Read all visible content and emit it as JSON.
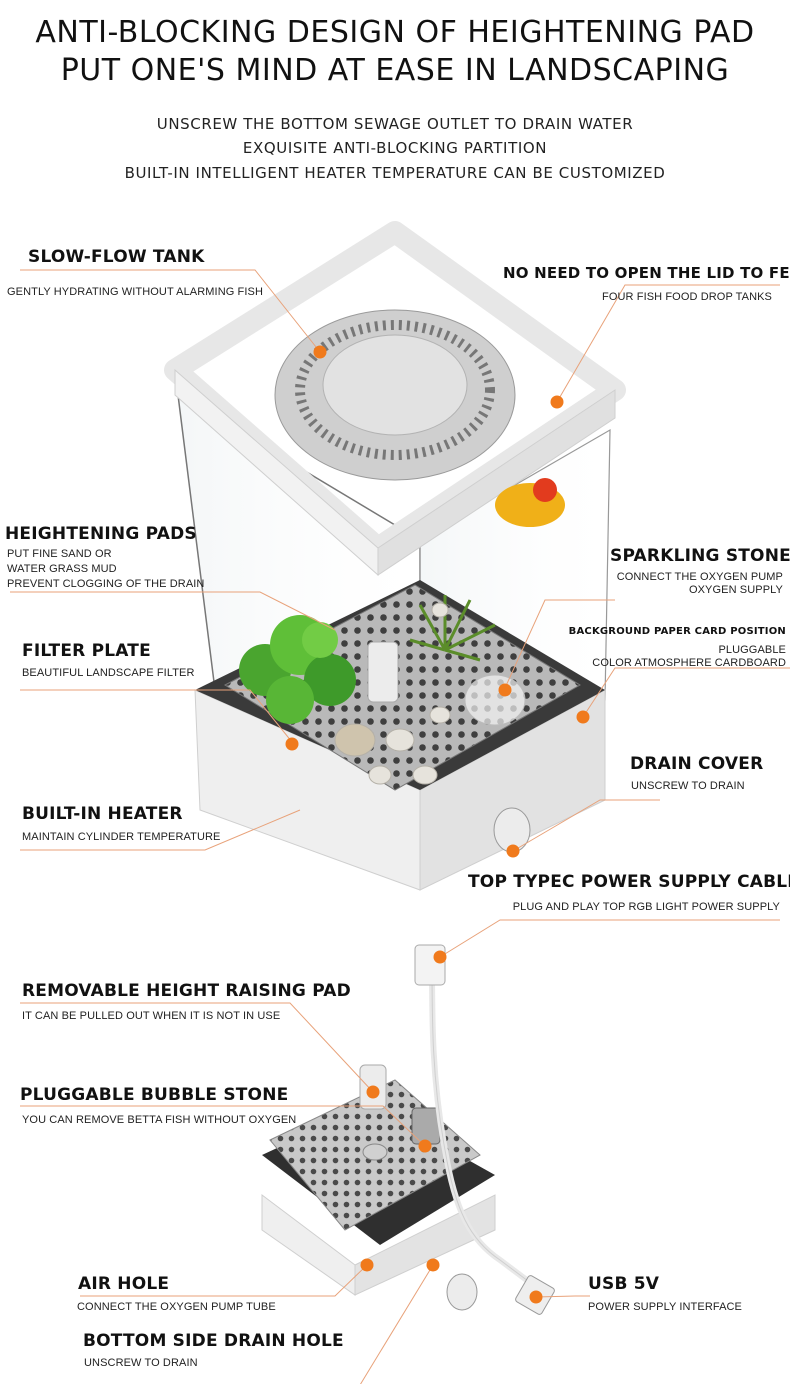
{
  "header": {
    "title_line1": "ANTI-BLOCKING DESIGN OF HEIGHTENING PAD",
    "title_line2": "PUT ONE'S MIND AT EASE IN LANDSCAPING",
    "sub1": "UNSCREW THE BOTTOM SEWAGE OUTLET TO DRAIN WATER",
    "sub2": "EXQUISITE ANTI-BLOCKING PARTITION",
    "sub3": "BUILT-IN INTELLIGENT HEATER TEMPERATURE CAN BE CUSTOMIZED"
  },
  "colors": {
    "accent": "#f07a1c",
    "line": "#e8a27a",
    "body": "#f2f2f2",
    "grid": "#9a9a9a"
  },
  "callouts": {
    "slow_flow": {
      "title": "SLOW-FLOW TANK",
      "desc": "GENTLY HYDRATING WITHOUT ALARMING FISH"
    },
    "feed": {
      "title": "NO NEED TO OPEN THE LID TO FEED",
      "desc": "FOUR FISH FOOD DROP TANKS"
    },
    "pads": {
      "title": "HEIGHTENING PADS",
      "desc1": "PUT FINE SAND OR",
      "desc2": "WATER GRASS MUD",
      "desc3": "PREVENT CLOGGING OF THE DRAIN"
    },
    "stone": {
      "title": "SPARKLING STONE",
      "desc1": "CONNECT THE OXYGEN PUMP",
      "desc2": "OXYGEN SUPPLY"
    },
    "card": {
      "title": "BACKGROUND PAPER CARD POSITION",
      "desc1": "PLUGGABLE",
      "desc2": "COLOR ATMOSPHERE CARDBOARD"
    },
    "filter": {
      "title": "FILTER PLATE",
      "desc": "BEAUTIFUL LANDSCAPE FILTER"
    },
    "drain_cover": {
      "title": "DRAIN COVER",
      "desc": "UNSCREW TO DRAIN"
    },
    "heater": {
      "title": "BUILT-IN HEATER",
      "desc": "MAINTAIN CYLINDER TEMPERATURE"
    },
    "typec": {
      "title": "TOP TYPEC POWER SUPPLY CABLE",
      "desc": "PLUG AND PLAY TOP RGB LIGHT POWER SUPPLY"
    },
    "removable": {
      "title": "REMOVABLE HEIGHT RAISING PAD",
      "desc": "IT CAN BE PULLED OUT WHEN IT IS NOT IN USE"
    },
    "bubble": {
      "title": "PLUGGABLE BUBBLE STONE",
      "desc": "YOU CAN REMOVE BETTA FISH WITHOUT OXYGEN"
    },
    "air_hole": {
      "title": "AIR HOLE",
      "desc": "CONNECT THE OXYGEN PUMP TUBE"
    },
    "usb": {
      "title": "USB 5V",
      "desc": "POWER SUPPLY INTERFACE"
    },
    "bottom_drain": {
      "title": "BOTTOM SIDE DRAIN HOLE",
      "desc": "UNSCREW TO DRAIN"
    }
  }
}
